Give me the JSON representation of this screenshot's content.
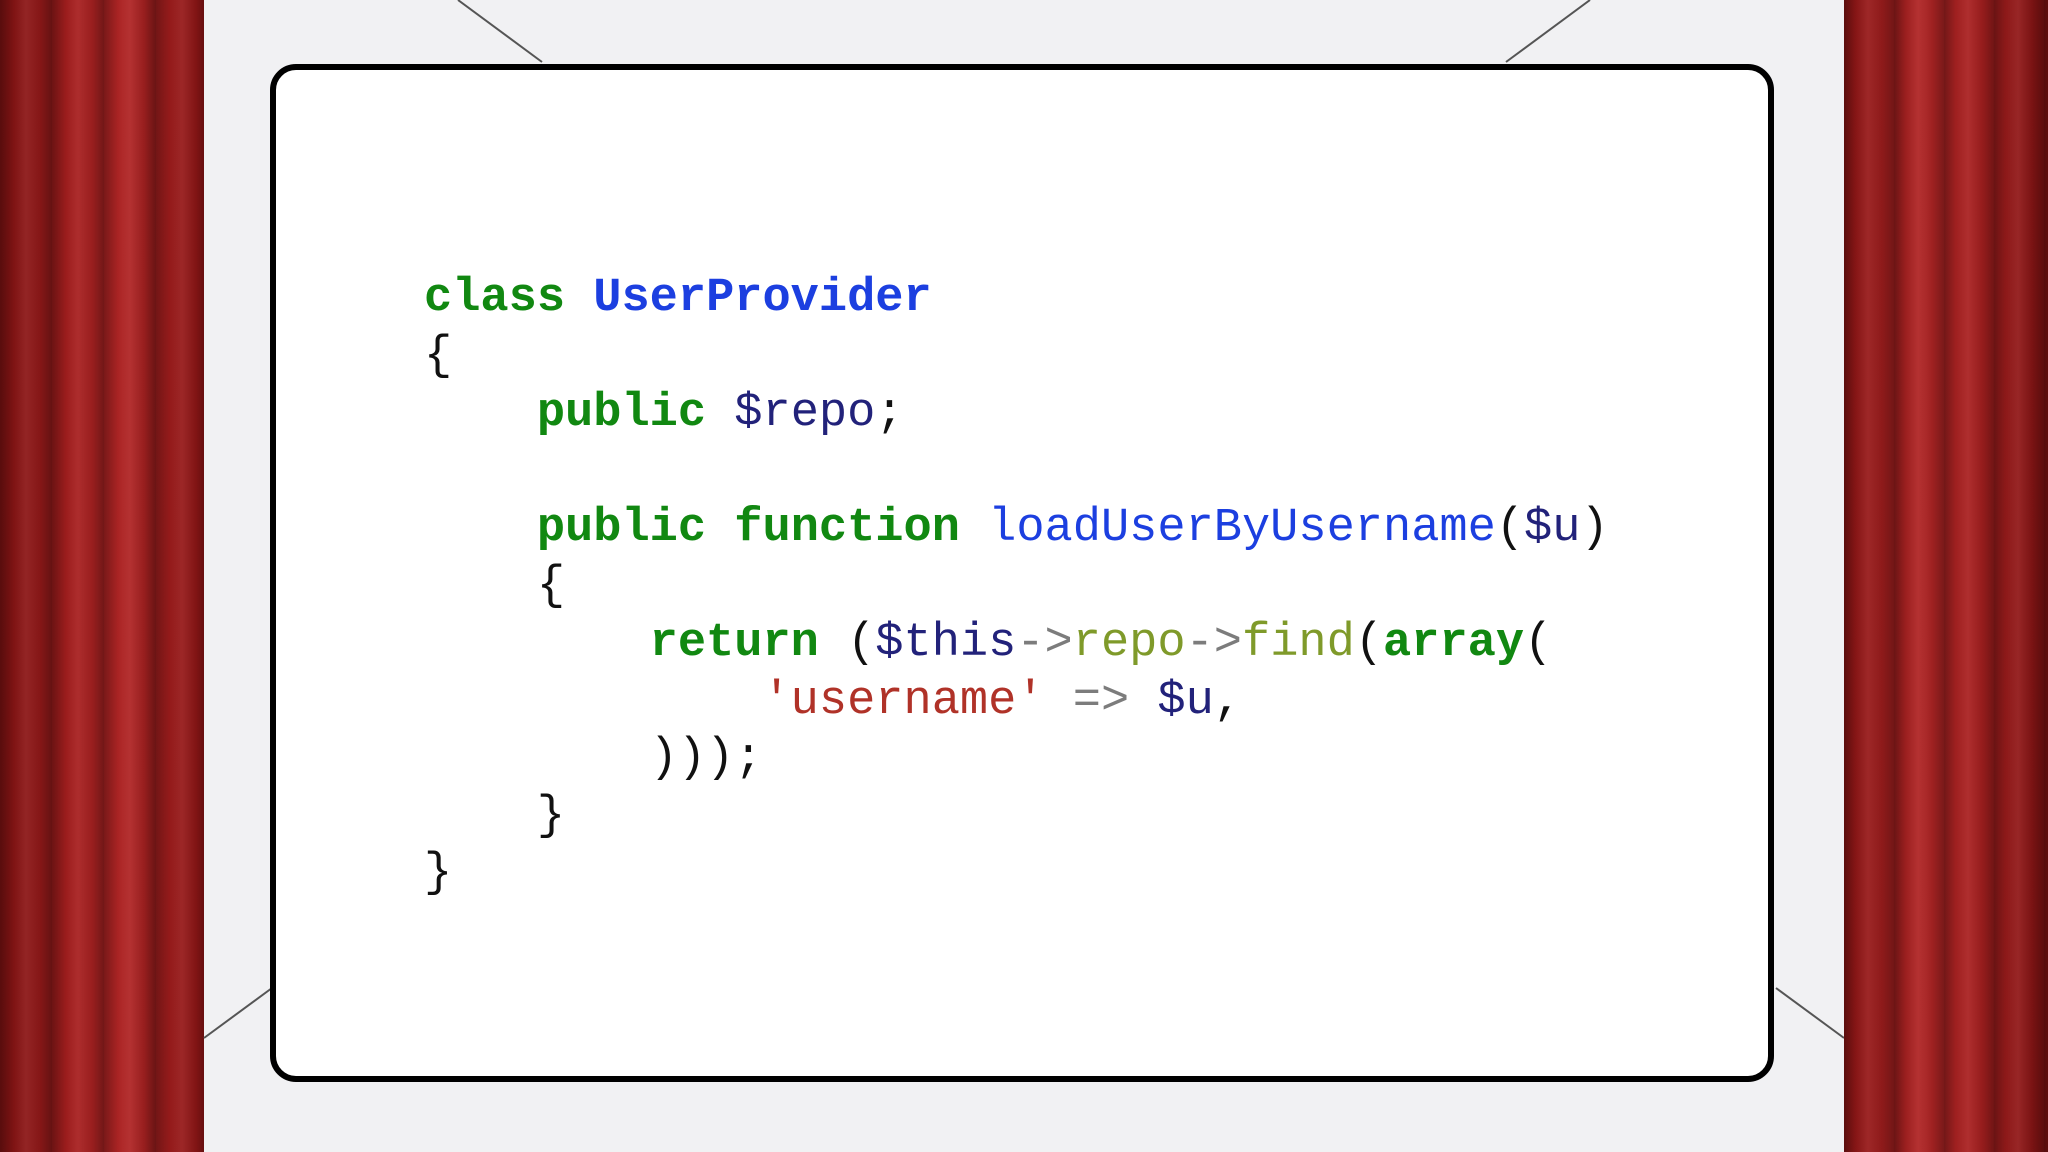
{
  "colors": {
    "keyword": "#118811",
    "class_name": "#1c3fe0",
    "function_name": "#1c3fe0",
    "variable": "#22227a",
    "property": "#7f9a2a",
    "operator": "#7c7c7c",
    "string": "#b03228",
    "punctuation": "#111111",
    "curtain": "#a61f1f",
    "background": "#f1f1f3",
    "card_border": "#000000"
  },
  "code": {
    "language": "php",
    "lines": [
      [
        {
          "text": "class",
          "kind": "kw"
        },
        {
          "text": " ",
          "kind": "pun"
        },
        {
          "text": "UserProvider",
          "kind": "cls"
        }
      ],
      [
        {
          "text": "{",
          "kind": "pun"
        }
      ],
      [
        {
          "text": "    ",
          "kind": "pun"
        },
        {
          "text": "public",
          "kind": "kw"
        },
        {
          "text": " ",
          "kind": "pun"
        },
        {
          "text": "$repo",
          "kind": "var"
        },
        {
          "text": ";",
          "kind": "pun"
        }
      ],
      [],
      [
        {
          "text": "    ",
          "kind": "pun"
        },
        {
          "text": "public",
          "kind": "kw"
        },
        {
          "text": " ",
          "kind": "pun"
        },
        {
          "text": "function",
          "kind": "kw"
        },
        {
          "text": " ",
          "kind": "pun"
        },
        {
          "text": "loadUserByUsername",
          "kind": "fn"
        },
        {
          "text": "(",
          "kind": "pun"
        },
        {
          "text": "$u",
          "kind": "var"
        },
        {
          "text": ")",
          "kind": "pun"
        }
      ],
      [
        {
          "text": "    {",
          "kind": "pun"
        }
      ],
      [
        {
          "text": "        ",
          "kind": "pun"
        },
        {
          "text": "return",
          "kind": "kw"
        },
        {
          "text": " (",
          "kind": "pun"
        },
        {
          "text": "$this",
          "kind": "var"
        },
        {
          "text": "->",
          "kind": "op"
        },
        {
          "text": "repo",
          "kind": "prop"
        },
        {
          "text": "->",
          "kind": "op"
        },
        {
          "text": "find",
          "kind": "prop"
        },
        {
          "text": "(",
          "kind": "pun"
        },
        {
          "text": "array",
          "kind": "kw"
        },
        {
          "text": "(",
          "kind": "pun"
        }
      ],
      [
        {
          "text": "            ",
          "kind": "pun"
        },
        {
          "text": "'username'",
          "kind": "str"
        },
        {
          "text": " ",
          "kind": "pun"
        },
        {
          "text": "=>",
          "kind": "op"
        },
        {
          "text": " ",
          "kind": "pun"
        },
        {
          "text": "$u",
          "kind": "var"
        },
        {
          "text": ",",
          "kind": "pun"
        }
      ],
      [
        {
          "text": "        )));",
          "kind": "pun"
        }
      ],
      [
        {
          "text": "    }",
          "kind": "pun"
        }
      ],
      [
        {
          "text": "}",
          "kind": "pun"
        }
      ]
    ]
  }
}
